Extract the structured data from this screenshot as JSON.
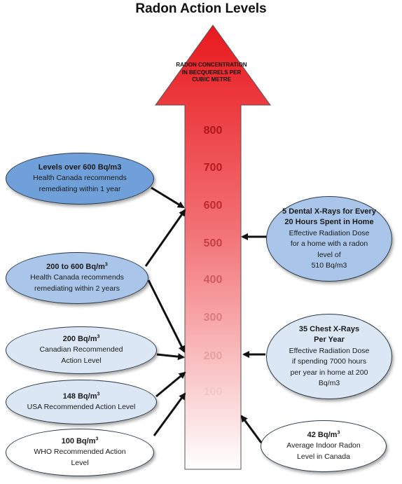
{
  "title": "Radon Action Levels",
  "arrow": {
    "label": "RADON CONCENTRATION IN BECQUERELS PER CUBIC METRE",
    "ticks": [
      "800",
      "700",
      "600",
      "500",
      "400",
      "300",
      "200",
      "100"
    ]
  },
  "left_boxes": [
    {
      "heading": "Levels over 600 Bq/m3",
      "lines": [
        "Health Canada recommends",
        "remediating within 1 year"
      ]
    },
    {
      "heading_main": "200 to 600 Bq/m",
      "sup": "3",
      "lines": [
        "Health Canada recommends",
        "remediating within 2 years"
      ]
    },
    {
      "heading_main": "200 Bq/m",
      "sup": "3",
      "lines": [
        "Canadian Recommended",
        "Action Level"
      ]
    },
    {
      "heading_main": "148 Bq/m",
      "sup": "3",
      "lines": [
        "USA Recommended Action Level"
      ]
    },
    {
      "heading_main": "100 Bq/m",
      "sup": "3",
      "lines": [
        "WHO Recommended Action",
        "Level"
      ]
    }
  ],
  "right_boxes": [
    {
      "heading": [
        "5 Dental X-Rays for Every",
        "20 Hours Spent in Home"
      ],
      "lines": [
        "Effective Radiation Dose",
        "for a home with a radon",
        "level of",
        "510 Bq/m3"
      ]
    },
    {
      "heading": [
        "35 Chest X-Rays",
        "Per Year"
      ],
      "lines": [
        "Effective Radiation Dose",
        "if spending 7000 hours",
        "per year in home at 200",
        "Bq/m3"
      ]
    },
    {
      "heading_main": "42 Bq/m",
      "sup": "3",
      "lines": [
        "Average Indoor Radon",
        "Level in Canada"
      ]
    }
  ]
}
